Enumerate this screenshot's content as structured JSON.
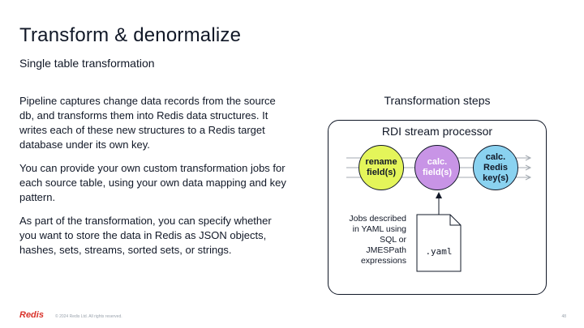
{
  "slide": {
    "title": "Transform & denormalize",
    "subtitle": "Single table transformation",
    "paragraphs": [
      "Pipeline captures change data records from the source db, and transforms them into Redis data structures. It writes each of these new structures to a Redis target database under its own key.",
      "You can provide your own custom transformation jobs for each source table, using your own data mapping and key pattern.",
      "As part of the transformation, you can specify whether you want to store the data in Redis as JSON objects, hashes, sets, streams, sorted sets, or strings."
    ]
  },
  "diagram": {
    "steps_title": "Transformation steps",
    "box_title": "RDI stream processor",
    "steps": [
      "rename field(s)",
      "calc. field(s)",
      "calc. Redis key(s)"
    ],
    "jobs_text": "Jobs described in YAML using SQL or JMESPath expressions",
    "file_label": ".yaml",
    "colors": {
      "step1": "#e4f55a",
      "step2": "#c894e6",
      "step3": "#8ad2f0",
      "border": "#111827"
    }
  },
  "footer": {
    "logo": "Redis",
    "copyright": "© 2024 Redis Ltd. All rights reserved.",
    "page": "48"
  }
}
